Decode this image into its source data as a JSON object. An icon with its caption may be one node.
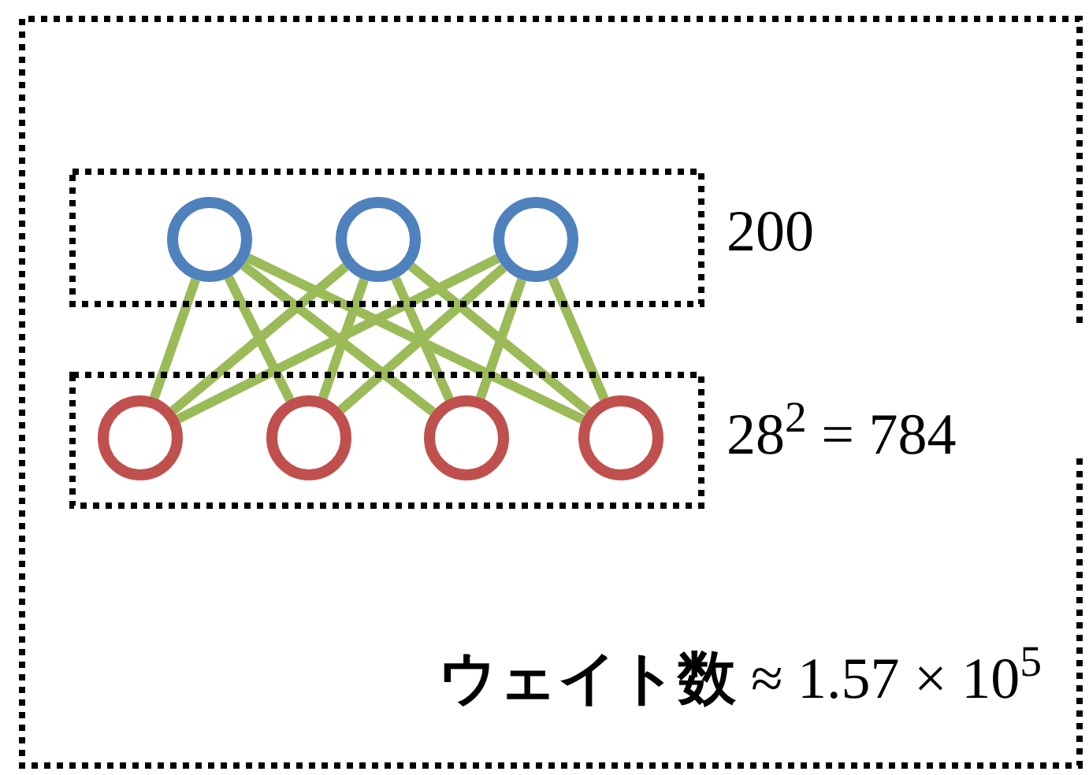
{
  "diagram": {
    "nodes": [
      {
        "text": [],
        "shape": "box"
      },
      {
        "text": [],
        "shape": "box",
        "in": 0,
        "beside": [
          "200"
        ]
      },
      {
        "text": [],
        "shape": "box",
        "in": 0,
        "beside": [
          "28$^{2}$ = 784"
        ]
      },
      {
        "text": [],
        "shape": "circle",
        "in": 1
      },
      {
        "text": [],
        "shape": "circle",
        "in": 1
      },
      {
        "text": [],
        "shape": "circle",
        "in": 1
      },
      {
        "text": [],
        "shape": "circle",
        "in": 2
      },
      {
        "text": [],
        "shape": "circle",
        "in": 2
      },
      {
        "text": [],
        "shape": "circle",
        "in": 2
      },
      {
        "text": [],
        "shape": "circle",
        "in": 2
      }
    ],
    "edges": [
      {
        "from": 3,
        "to": 6,
        "arrow": "none"
      },
      {
        "from": 3,
        "to": 7,
        "arrow": "none"
      },
      {
        "from": 3,
        "to": 8,
        "arrow": "none"
      },
      {
        "from": 3,
        "to": 9,
        "arrow": "none"
      },
      {
        "from": 4,
        "to": 6,
        "arrow": "none"
      },
      {
        "from": 4,
        "to": 7,
        "arrow": "none"
      },
      {
        "from": 4,
        "to": 8,
        "arrow": "none"
      },
      {
        "from": 4,
        "to": 9,
        "arrow": "none"
      },
      {
        "from": 5,
        "to": 6,
        "arrow": "none"
      },
      {
        "from": 5,
        "to": 7,
        "arrow": "none"
      },
      {
        "from": 5,
        "to": 8,
        "arrow": "none"
      },
      {
        "from": 5,
        "to": 9,
        "arrow": "none"
      }
    ],
    "labels": [
      "**ウェイト数** ≈ 1.57 × 10$^{5}$"
    ]
  }
}
